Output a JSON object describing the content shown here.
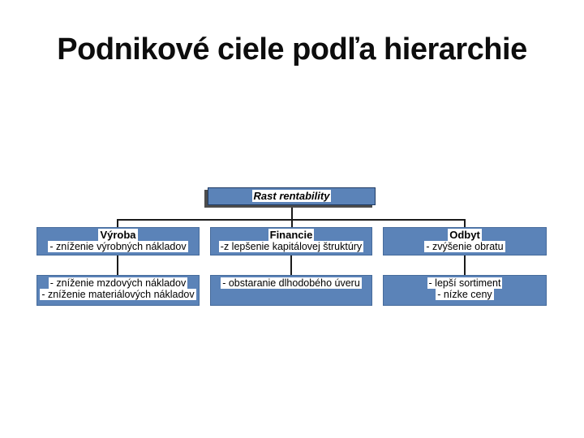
{
  "slide": {
    "title": "Podnikové ciele podľa hierarchie"
  },
  "colors": {
    "background": "#ffffff",
    "box_fill": "#5b83b8",
    "box_border": "#466b9b",
    "root_box_border": "#1f3b63",
    "root_box_shadow": "#4c4c4c",
    "connector": "#1a1a1a",
    "text_highlight": "#ffffff",
    "text": "#000000",
    "title_color": "#0d0d0d"
  },
  "diagram": {
    "root": {
      "label": "Rast rentability"
    },
    "level2": [
      {
        "title": "Výroba",
        "subtitle": "- zníženie výrobných nákladov"
      },
      {
        "title": "Financie",
        "subtitle": "-z lepšenie kapitálovej štruktúry"
      },
      {
        "title": "Odbyt",
        "subtitle": "- zvýšenie obratu"
      }
    ],
    "level3": [
      {
        "lines": [
          "- zníženie mzdových nákladov",
          "- zníženie materiálových nákladov"
        ]
      },
      {
        "lines": [
          "- obstaranie dlhodobého úveru"
        ]
      },
      {
        "lines": [
          "- lepší sortiment",
          "- nízke ceny"
        ]
      }
    ]
  }
}
